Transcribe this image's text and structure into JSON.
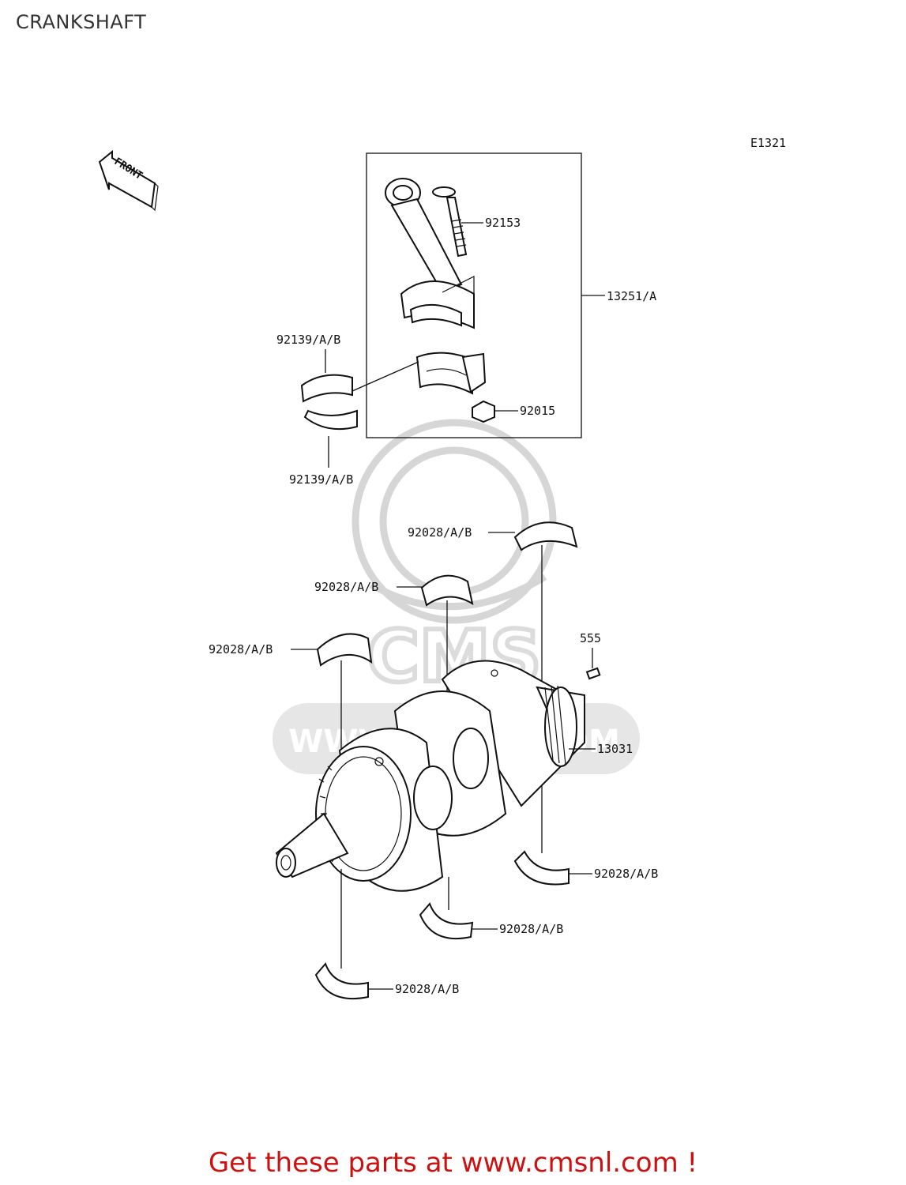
{
  "page_title": "CRANKSHAFT",
  "diagram_code": "E1321",
  "front_marker": "FRONT",
  "watermark_text": "WWW.CMSNL.COM",
  "footer": {
    "text": "Get these parts at www.cmsnl.com !",
    "color": "#cc1111"
  },
  "callouts": {
    "conrod_bolt": "92153",
    "conrod_assy": "13251/A",
    "conrod_bearing_upper": "92139/A/B",
    "conrod_nut": "92015",
    "conrod_bearing_lower": "92139/A/B",
    "main_bearing_upper_1": "92028/A/B",
    "main_bearing_upper_2": "92028/A/B",
    "main_bearing_upper_3": "92028/A/B",
    "pin": "555",
    "crankshaft": "13031",
    "main_bearing_lower_1": "92028/A/B",
    "main_bearing_lower_2": "92028/A/B",
    "main_bearing_lower_3": "92028/A/B"
  },
  "colors": {
    "line": "#111111",
    "watermark": "#d6d6d6"
  }
}
